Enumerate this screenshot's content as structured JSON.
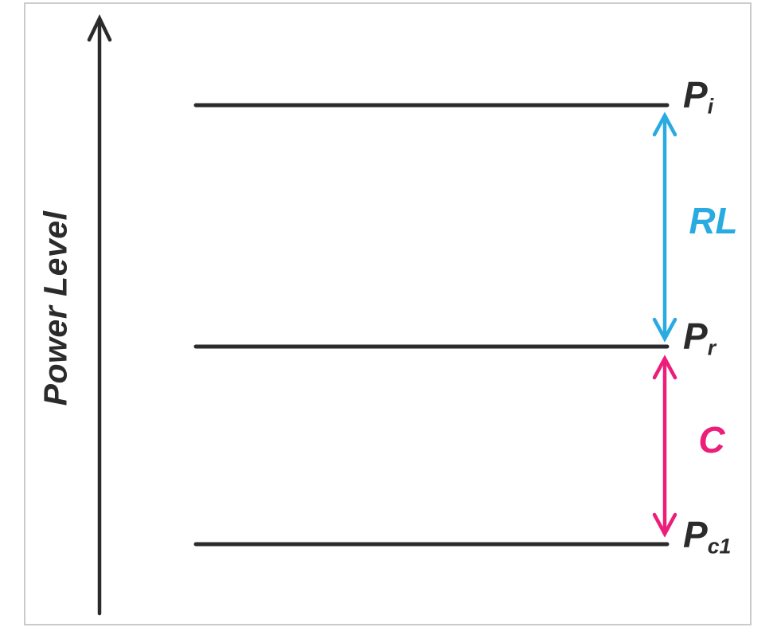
{
  "diagram": {
    "axis": {
      "label": "Power Level"
    },
    "levels": [
      {
        "name": "incident-power",
        "symbol": "P",
        "subscript": "i"
      },
      {
        "name": "reflected-power",
        "symbol": "P",
        "subscript": "r"
      },
      {
        "name": "coupled-power",
        "symbol": "P",
        "subscript": "c1"
      }
    ],
    "intervals": [
      {
        "name": "return-loss",
        "label": "RL"
      },
      {
        "name": "coupling",
        "label": "C"
      }
    ],
    "colors": {
      "line": "#2b2b2b",
      "text": "#2b2b2b",
      "frame": "#cbcbcb",
      "return_loss": "#29abe2",
      "coupling": "#ec1e79"
    }
  }
}
